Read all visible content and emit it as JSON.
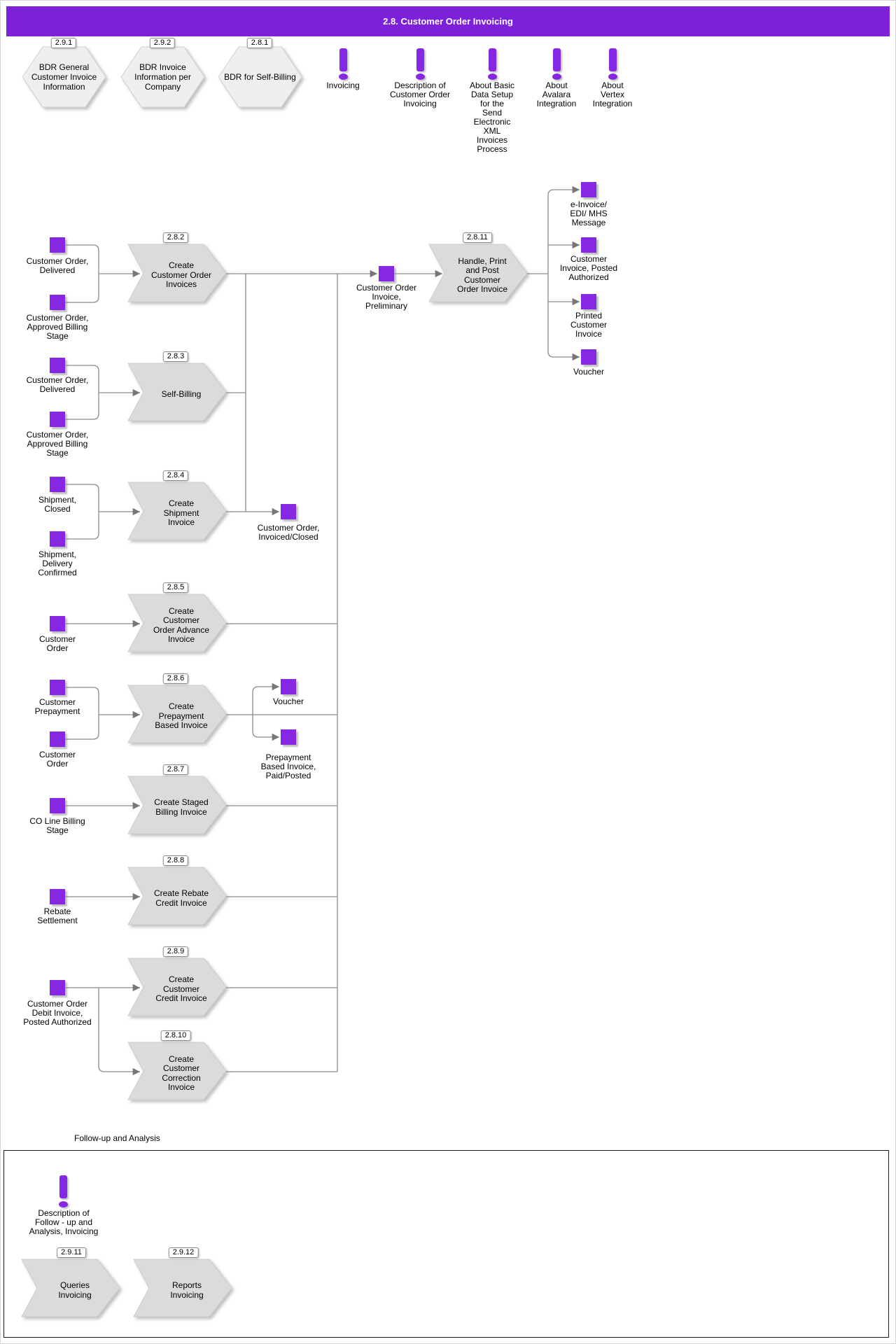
{
  "title": "2.8. Customer Order Invoicing",
  "colors": {
    "header_bar": "#7D20DA",
    "node_purple": "#8627E3",
    "process_gray": "#DBDBDB",
    "connector_gray": "#8A8A8A"
  },
  "bdr": [
    {
      "badge": "2.9.1",
      "label": "BDR General\nCustomer Invoice\nInformation"
    },
    {
      "badge": "2.9.2",
      "label": "BDR Invoice\nInformation per\nCompany"
    },
    {
      "badge": "2.8.1",
      "label": "BDR for Self-Billing"
    }
  ],
  "notes": [
    {
      "label": "Invoicing"
    },
    {
      "label": "Description of\nCustomer Order\nInvoicing"
    },
    {
      "label": "About Basic\nData Setup\nfor the\nSend\nElectronic\nXML\nInvoices\nProcess"
    },
    {
      "label": "About\nAvalara\nIntegration"
    },
    {
      "label": "About\nVertex\nIntegration"
    }
  ],
  "proc": {
    "p282": {
      "badge": "2.8.2",
      "label": "Create\nCustomer Order\nInvoices"
    },
    "p283": {
      "badge": "2.8.3",
      "label": "Self-Billing"
    },
    "p284": {
      "badge": "2.8.4",
      "label": "Create\nShipment\nInvoice"
    },
    "p285": {
      "badge": "2.8.5",
      "label": "Create\nCustomer\nOrder Advance\nInvoice"
    },
    "p286": {
      "badge": "2.8.6",
      "label": "Create\nPrepayment\nBased Invoice"
    },
    "p287": {
      "badge": "2.8.7",
      "label": "Create Staged\nBilling Invoice"
    },
    "p288": {
      "badge": "2.8.8",
      "label": "Create Rebate\nCredit Invoice"
    },
    "p289": {
      "badge": "2.8.9",
      "label": "Create\nCustomer\nCredit Invoice"
    },
    "p2810": {
      "badge": "2.8.10",
      "label": "Create\nCustomer\nCorrection\nInvoice"
    },
    "p2811": {
      "badge": "2.8.11",
      "label": "Handle, Print\nand Post\nCustomer\nOrder Invoice"
    }
  },
  "items": {
    "co_delivered_a": "Customer Order,\nDelivered",
    "co_approved_a": "Customer Order,\nApproved Billing\nStage",
    "co_delivered_b": "Customer Order,\nDelivered",
    "co_approved_b": "Customer Order,\nApproved Billing\nStage",
    "shipment_closed": "Shipment,\nClosed",
    "shipment_confirmed": "Shipment,\nDelivery\nConfirmed",
    "customer_order_a": "Customer\nOrder",
    "customer_prepayment": "Customer\nPrepayment",
    "customer_order_b": "Customer\nOrder",
    "co_line_billing": "CO Line Billing\nStage",
    "rebate_settlement": "Rebate\nSettlement",
    "co_debit_invoice": "Customer Order\nDebit Invoice,\nPosted Authorized",
    "co_invoiced_closed": "Customer Order,\nInvoiced/Closed",
    "voucher_mid": "Voucher",
    "prepayment_paid": "Prepayment\nBased Invoice,\nPaid/Posted",
    "coi_preliminary": "Customer Order\nInvoice,\nPreliminary",
    "einvoice": "e-Invoice/\nEDI/ MHS\nMessage",
    "ci_posted": "Customer\nInvoice, Posted\nAuthorized",
    "printed_ci": "Printed\nCustomer\nInvoice",
    "voucher_right": "Voucher"
  },
  "followup": {
    "section_label": "Follow-up and Analysis",
    "note": "Description of\nFollow - up and\nAnalysis, Invoicing",
    "queries": {
      "badge": "2.9.11",
      "label": "Queries\nInvoicing"
    },
    "reports": {
      "badge": "2.9.12",
      "label": "Reports\nInvoicing"
    }
  }
}
